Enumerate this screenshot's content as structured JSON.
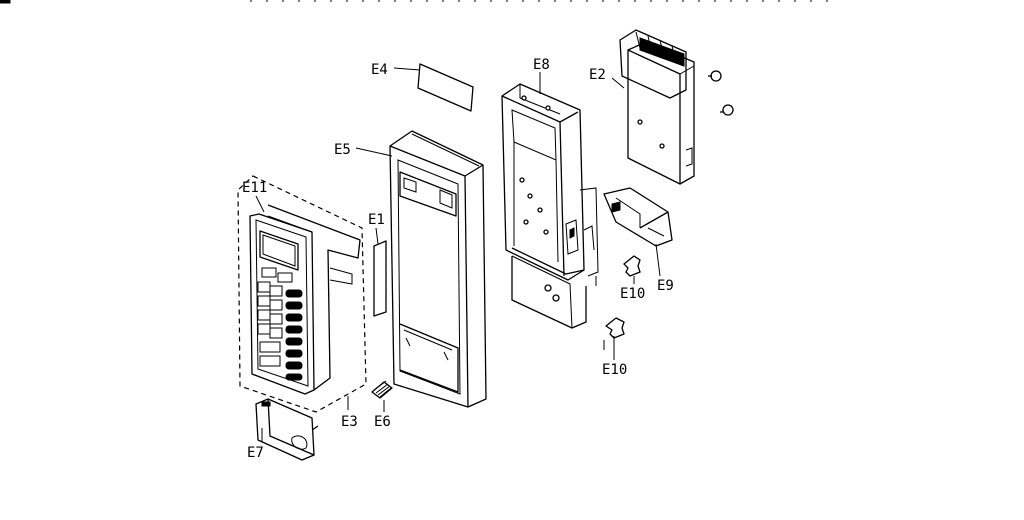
{
  "labels": {
    "e1": "E1",
    "e2": "E2",
    "e3": "E3",
    "e4": "E4",
    "e5": "E5",
    "e6": "E6",
    "e7": "E7",
    "e8": "E8",
    "e9": "E9",
    "e10_upper": "E10",
    "e10_lower": "E10",
    "e11": "E11"
  }
}
